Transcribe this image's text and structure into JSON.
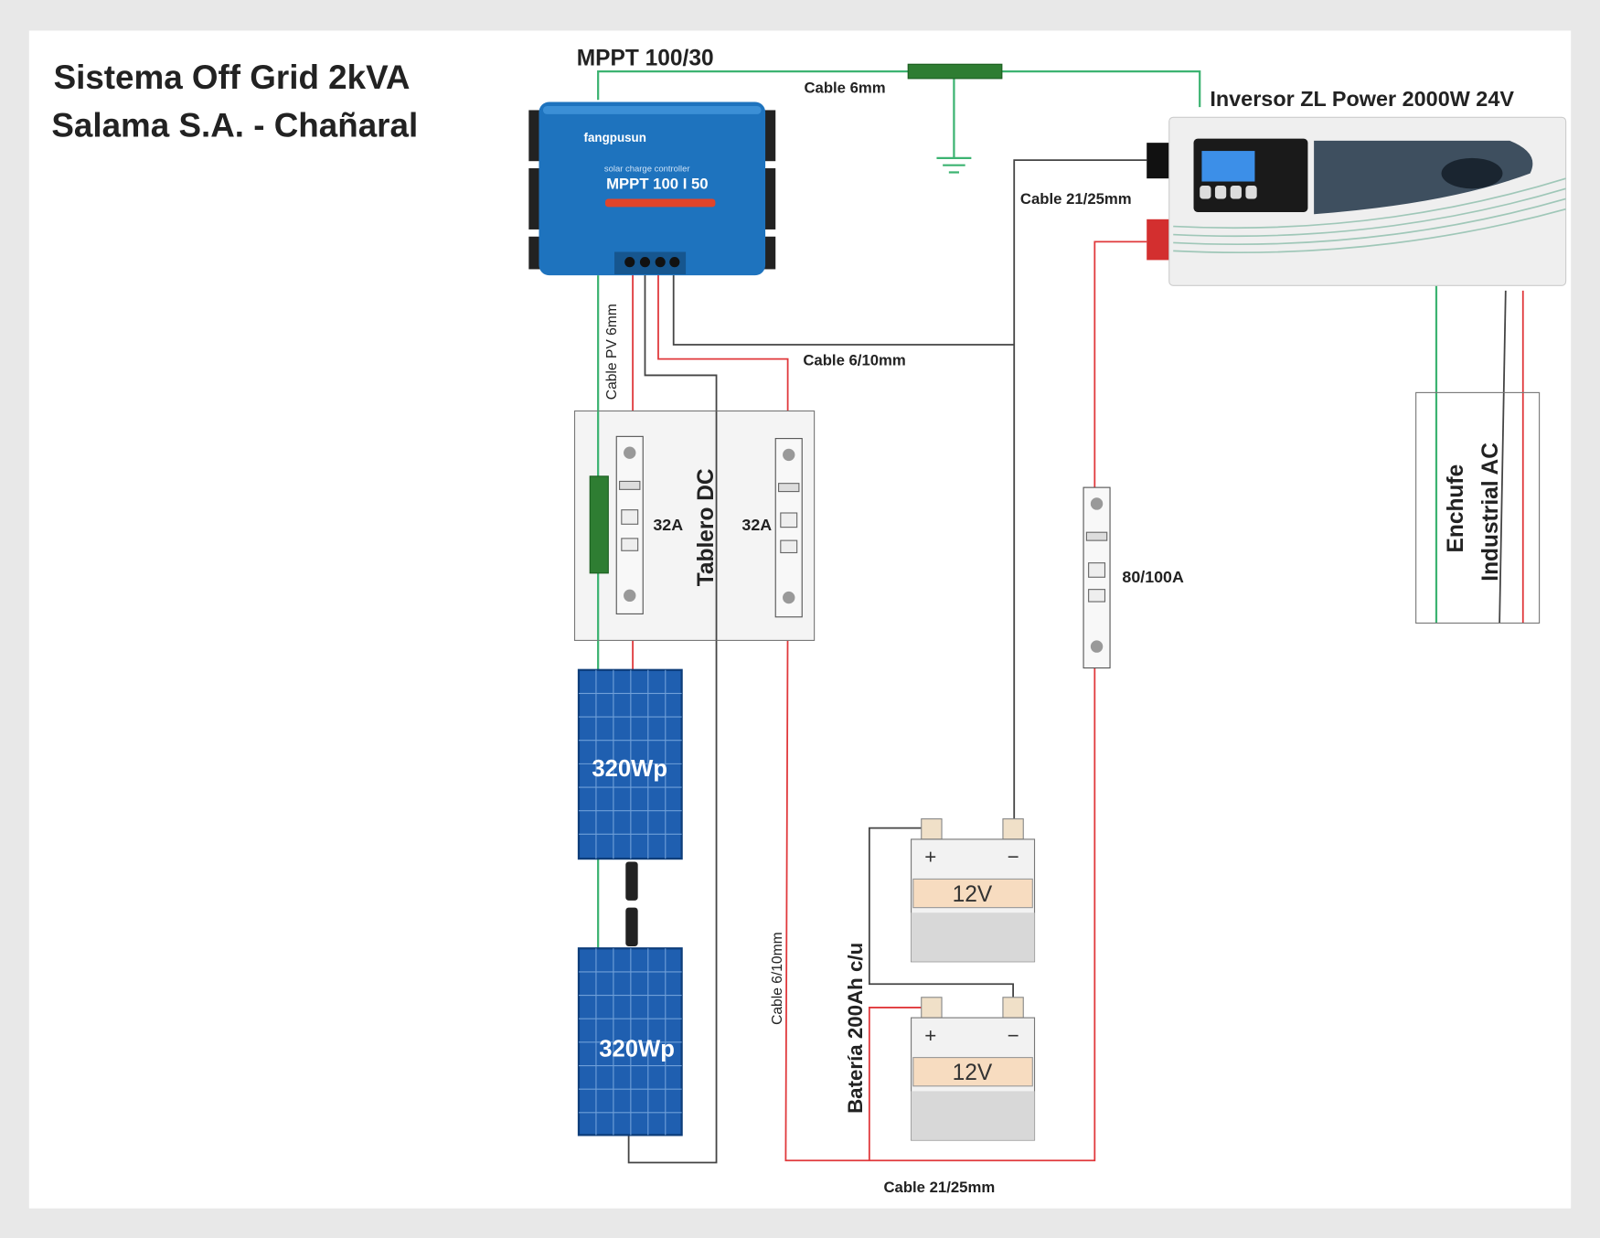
{
  "title": {
    "line1": "Sistema Off Grid 2kVA",
    "line2": "Salama S.A. - Chañaral"
  },
  "controller": {
    "label": "MPPT 100/30",
    "brand": "fangpusun",
    "subtitle": "solar charge controller",
    "model": "MPPT 100 I 50",
    "color": "#1e73be"
  },
  "inverter": {
    "label": "Inversor ZL Power 2000W 24V"
  },
  "cables": {
    "ground": "Cable 6mm",
    "inverter_dc": "Cable 21/25mm",
    "controller_battery": "Cable 6/10mm",
    "pv": "Cable PV 6mm",
    "vertical_6_10": "Cable 6/10mm",
    "battery_bus": "Cable 21/25mm"
  },
  "dc_board": {
    "label": "Tablero DC",
    "breaker_left": "32A",
    "breaker_right": "32A"
  },
  "battery_breaker": {
    "label": "80/100A"
  },
  "panels": [
    {
      "label": "320Wp"
    },
    {
      "label": "320Wp"
    }
  ],
  "batteries": {
    "label": "Batería 200Ah c/u",
    "units": [
      {
        "voltage": "12V",
        "plus": "+",
        "minus": "−"
      },
      {
        "voltage": "12V",
        "plus": "+",
        "minus": "−"
      }
    ]
  },
  "outlet": {
    "line1": "Enchufe",
    "line2": "Industrial AC"
  },
  "colors": {
    "positive": "#e0383b",
    "negative": "#444444",
    "ground": "#3cb371",
    "panel": "#1f5fb0"
  }
}
